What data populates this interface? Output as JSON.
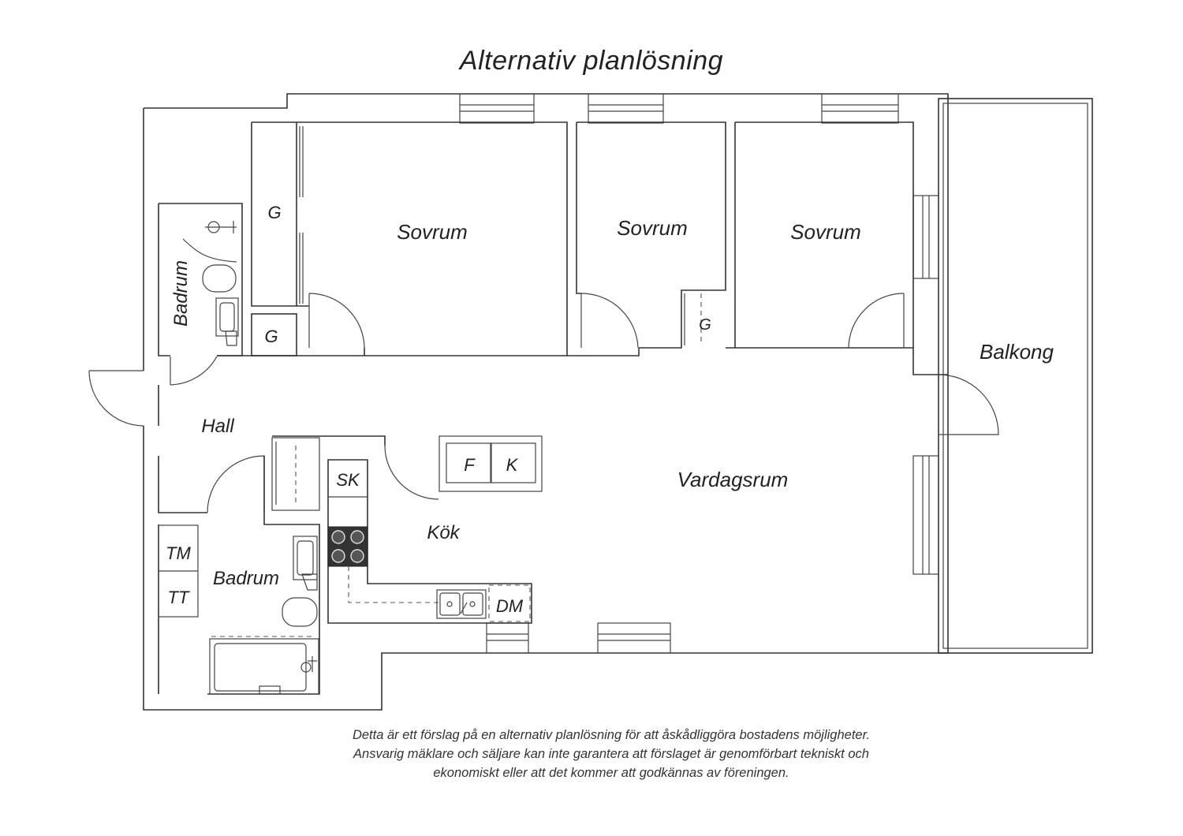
{
  "header": {
    "title": "Alternativ planlösning"
  },
  "rooms": {
    "sovrum_1": "Sovrum",
    "sovrum_2": "Sovrum",
    "sovrum_3": "Sovrum",
    "balkong": "Balkong",
    "vardagsrum": "Vardagsrum",
    "hall": "Hall",
    "kok": "Kök",
    "badrum_upper": "Badrum",
    "badrum_lower": "Badrum"
  },
  "fixtures": {
    "garderob_1": "G",
    "garderob_2": "G",
    "garderob_3": "G",
    "skap": "SK",
    "frys": "F",
    "kyl": "K",
    "diskmaskin": "DM",
    "tvattmaskin": "TM",
    "torktumlare": "TT"
  },
  "footer": {
    "line1": "Detta är ett förslag på en alternativ planlösning för att åskådliggöra bostadens möjligheter.",
    "line2": "Ansvarig mäklare och säljare kan inte garantera att förslaget är genomförbart tekniskt och",
    "line3": "ekonomiskt eller att det kommer att godkännas av föreningen."
  }
}
